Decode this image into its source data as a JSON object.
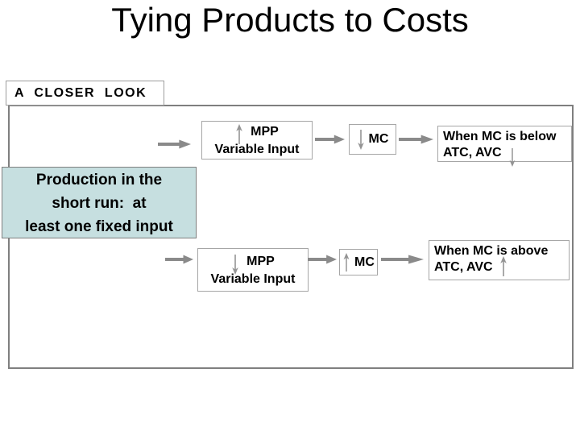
{
  "title": "Tying Products to Costs",
  "closer_look": "A  CLOSER  LOOK",
  "production_box": {
    "line1": "Production in the",
    "line2": "short run:  at",
    "line3": "least one fixed input"
  },
  "row1": {
    "mpp": "MPP",
    "mpp_arrow": "up",
    "variable_input": "Variable Input",
    "mc": "MC",
    "mc_arrow": "down",
    "result_line1": "When MC is below",
    "result_line2": "ATC, AVC",
    "result_arrow": "down"
  },
  "row2": {
    "mpp": "MPP",
    "mpp_arrow": "down",
    "variable_input": "Variable Input",
    "mc": "MC",
    "mc_arrow": "up",
    "result_line1": "When MC is above",
    "result_line2": "ATC, AVC",
    "result_arrow": "up"
  },
  "colors": {
    "flow_arrow": "#8a8a8a",
    "small_arrow": "#949494",
    "box_border": "#a6a6a6",
    "container_border": "#7f7f7f",
    "production_box_bg": "#c6dfe0",
    "text": "#000000"
  }
}
